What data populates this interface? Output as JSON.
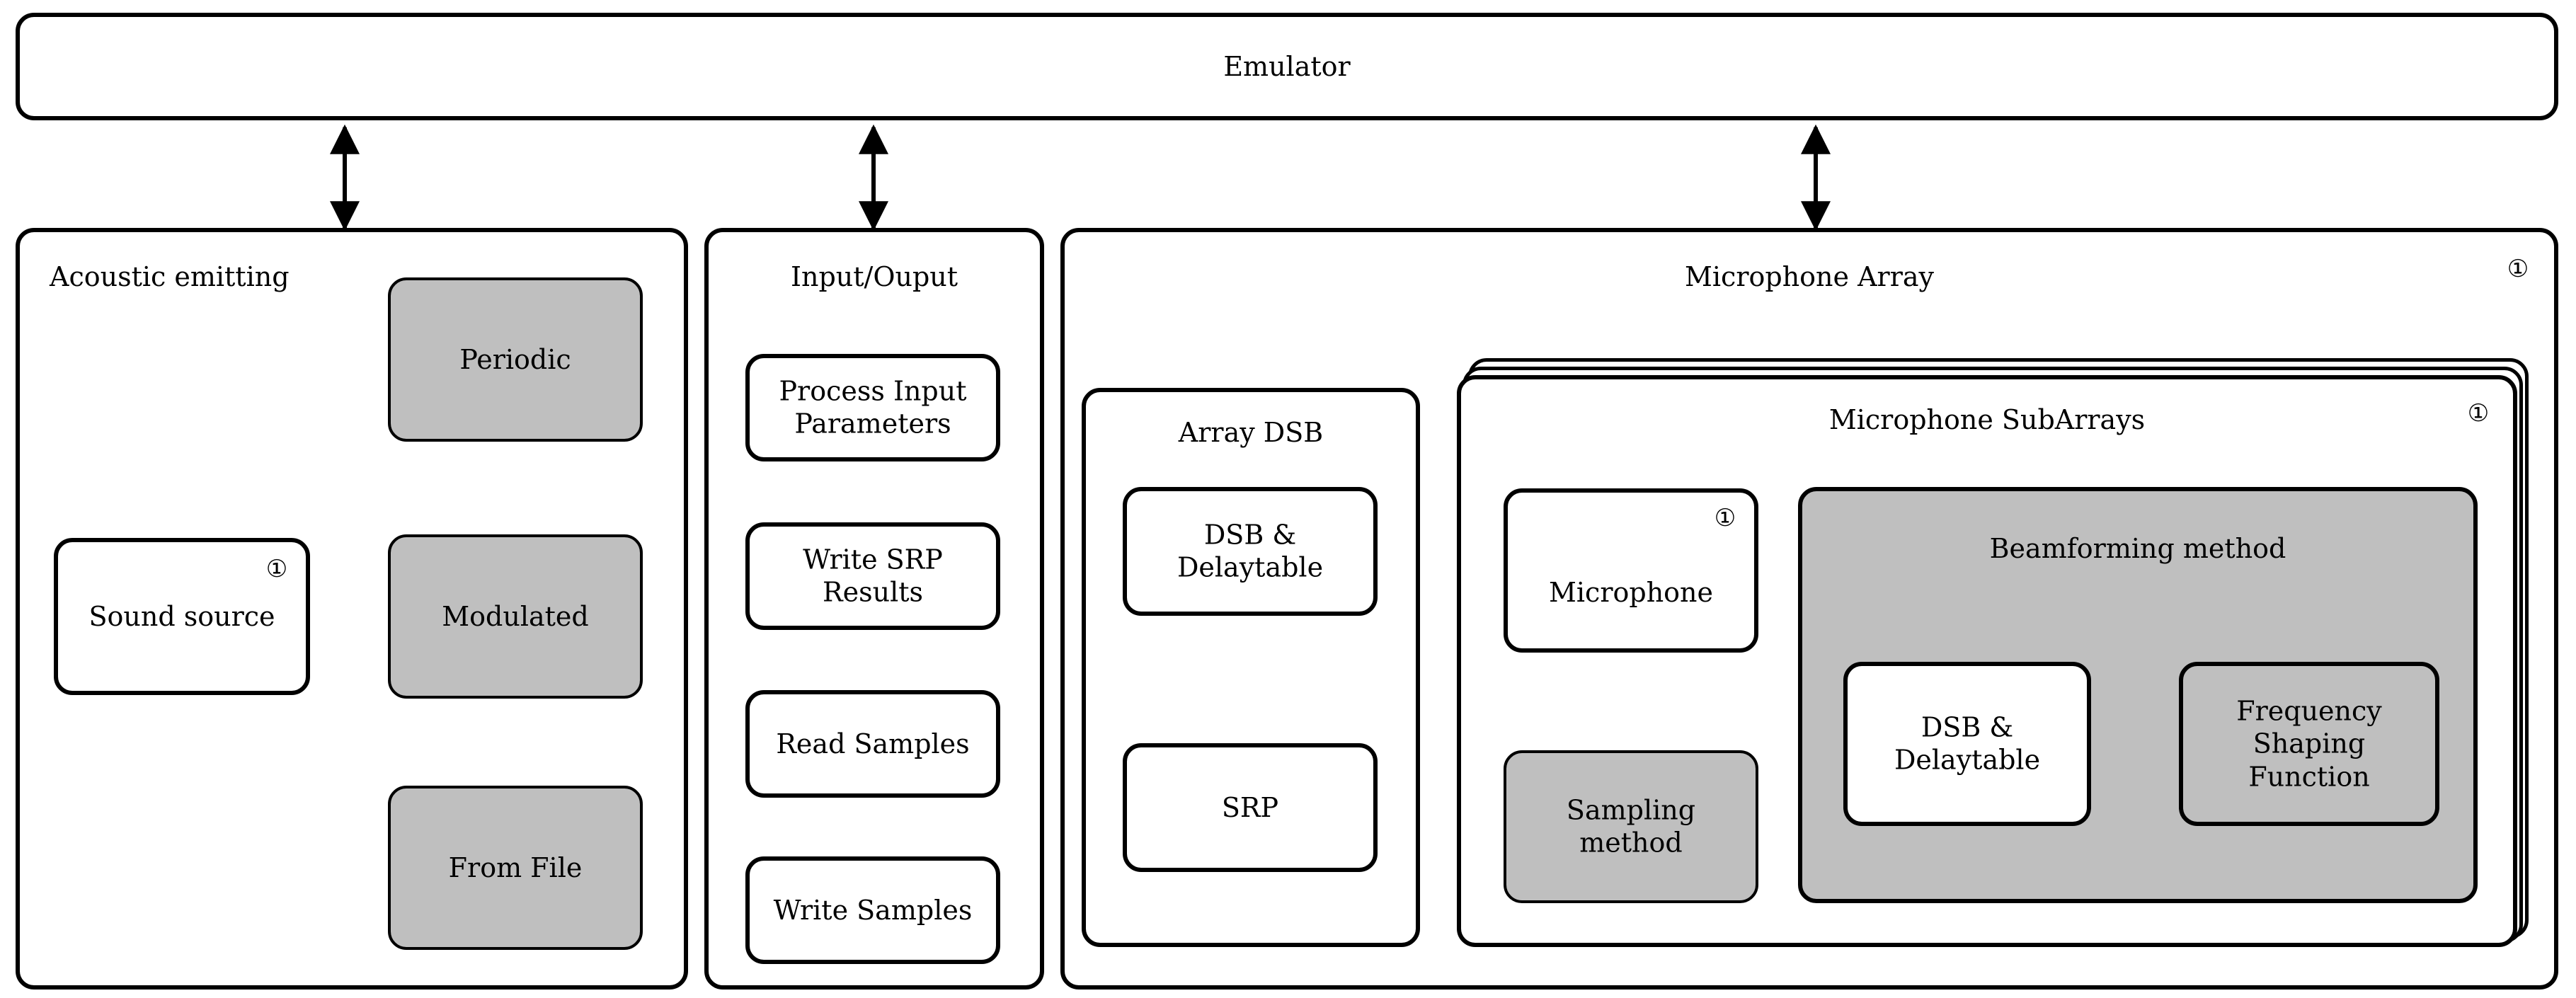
{
  "diagram": {
    "title": "Emulator architecture block diagram",
    "colors": {
      "fill_gray": "#bfbfbf",
      "fill_white": "#ffffff",
      "stroke": "#000000"
    },
    "badge_glyph": "①"
  },
  "emulator": {
    "label": "Emulator"
  },
  "acoustic": {
    "title": "Acoustic emitting",
    "sound_source": {
      "label": "Sound source",
      "badge": "①"
    },
    "sources": [
      {
        "label": "Periodic"
      },
      {
        "label": "Modulated"
      },
      {
        "label": "From File"
      }
    ]
  },
  "io": {
    "title": "Input/Ouput",
    "items": [
      {
        "label": "Process Input\nParameters",
        "line1": "Process Input",
        "line2": "Parameters"
      },
      {
        "label": "Write SRP\nResults",
        "line1": "Write SRP",
        "line2": "Results"
      },
      {
        "label": "Read Samples",
        "line1": "Read Samples",
        "line2": ""
      },
      {
        "label": "Write Samples",
        "line1": "Write Samples",
        "line2": ""
      }
    ]
  },
  "mic_array": {
    "title": "Microphone Array",
    "badge": "①",
    "array_dsb": {
      "title": "Array DSB",
      "items": [
        {
          "line1": "DSB &",
          "line2": "Delaytable"
        },
        {
          "line1": "SRP",
          "line2": ""
        }
      ]
    },
    "subarrays": {
      "title": "Microphone SubArrays",
      "badge": "①",
      "microphone": {
        "label": "Microphone",
        "badge": "①"
      },
      "sampling_method": {
        "line1": "Sampling",
        "line2": "method"
      },
      "beamforming": {
        "title": "Beamforming method",
        "items": [
          {
            "line1": "DSB &",
            "line2": "Delaytable",
            "line3": ""
          },
          {
            "line1": "Frequency",
            "line2": "Shaping",
            "line3": "Function"
          }
        ]
      }
    }
  }
}
